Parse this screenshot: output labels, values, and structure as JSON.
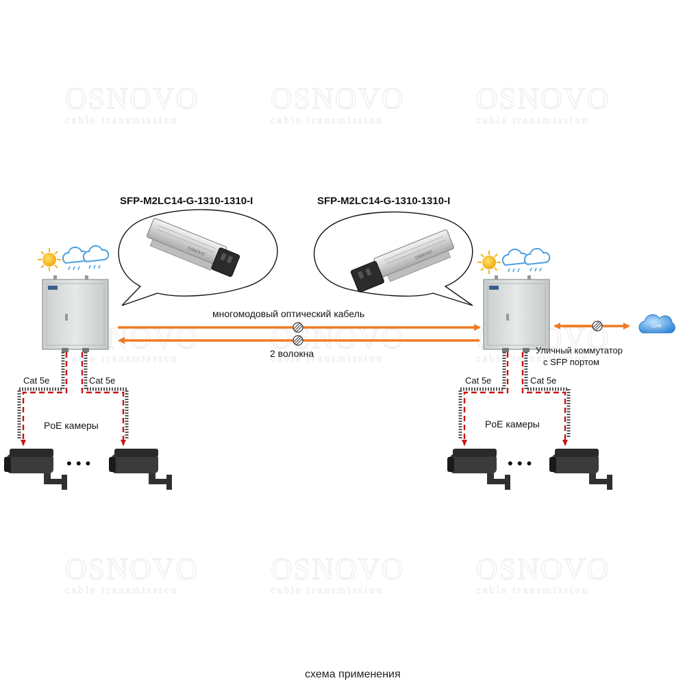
{
  "watermark": {
    "brand": "OSNOVO",
    "tagline": "cable transmission"
  },
  "sfp_left": {
    "label": "SFP-M2LC14-G-1310-1310-I",
    "brand_text": "OSNOVO"
  },
  "sfp_right": {
    "label": "SFP-M2LC14-G-1310-1310-I",
    "brand_text": "OSNOVO"
  },
  "link": {
    "cable_label": "многомодовый оптический кабель",
    "fiber_label": "2 волокна"
  },
  "switch": {
    "label_line1": "Уличный коммутатор",
    "label_line2": "с SFP портом",
    "cloud_label": "LAN"
  },
  "left_site": {
    "cat_left": "Cat 5e",
    "cat_right": "Cat 5e",
    "cameras_label": "PoE камеры",
    "ellipsis": "• • •"
  },
  "right_site": {
    "cat_left": "Cat 5e",
    "cat_right": "Cat 5e",
    "cameras_label": "PoE камеры",
    "ellipsis": "• • •"
  },
  "caption": "схема применения",
  "colors": {
    "fiber_orange": "#f07a22",
    "utp_red": "#cc1111",
    "cabinet": "#d8dcdc",
    "camera": "#3b3b3b",
    "sun": "#f6b40f",
    "cloud": "#4a9fe0"
  }
}
